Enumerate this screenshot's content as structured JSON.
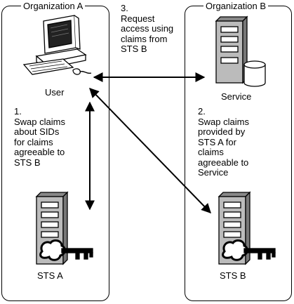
{
  "organizations": {
    "a": {
      "title": "Organization A"
    },
    "b": {
      "title": "Organization B"
    }
  },
  "nodes": {
    "user": "User",
    "service": "Service",
    "sts_a": "STS A",
    "sts_b": "STS B"
  },
  "steps": {
    "step1": "1.\nSwap claims\nabout SIDs\nfor claims\nagreeable to\nSTS B",
    "step2": "2.\nSwap claims\nprovided by\nSTS A for\nclaims\nagreeable to\nService",
    "step3": "3.\nRequest\naccess using\nclaims from\nSTS B"
  },
  "icons": {
    "user": "desktop-computer-icon",
    "service": "server-with-database-icon",
    "sts": "server-with-key-icon"
  },
  "colors": {
    "ink": "#000000",
    "background": "#ffffff"
  }
}
